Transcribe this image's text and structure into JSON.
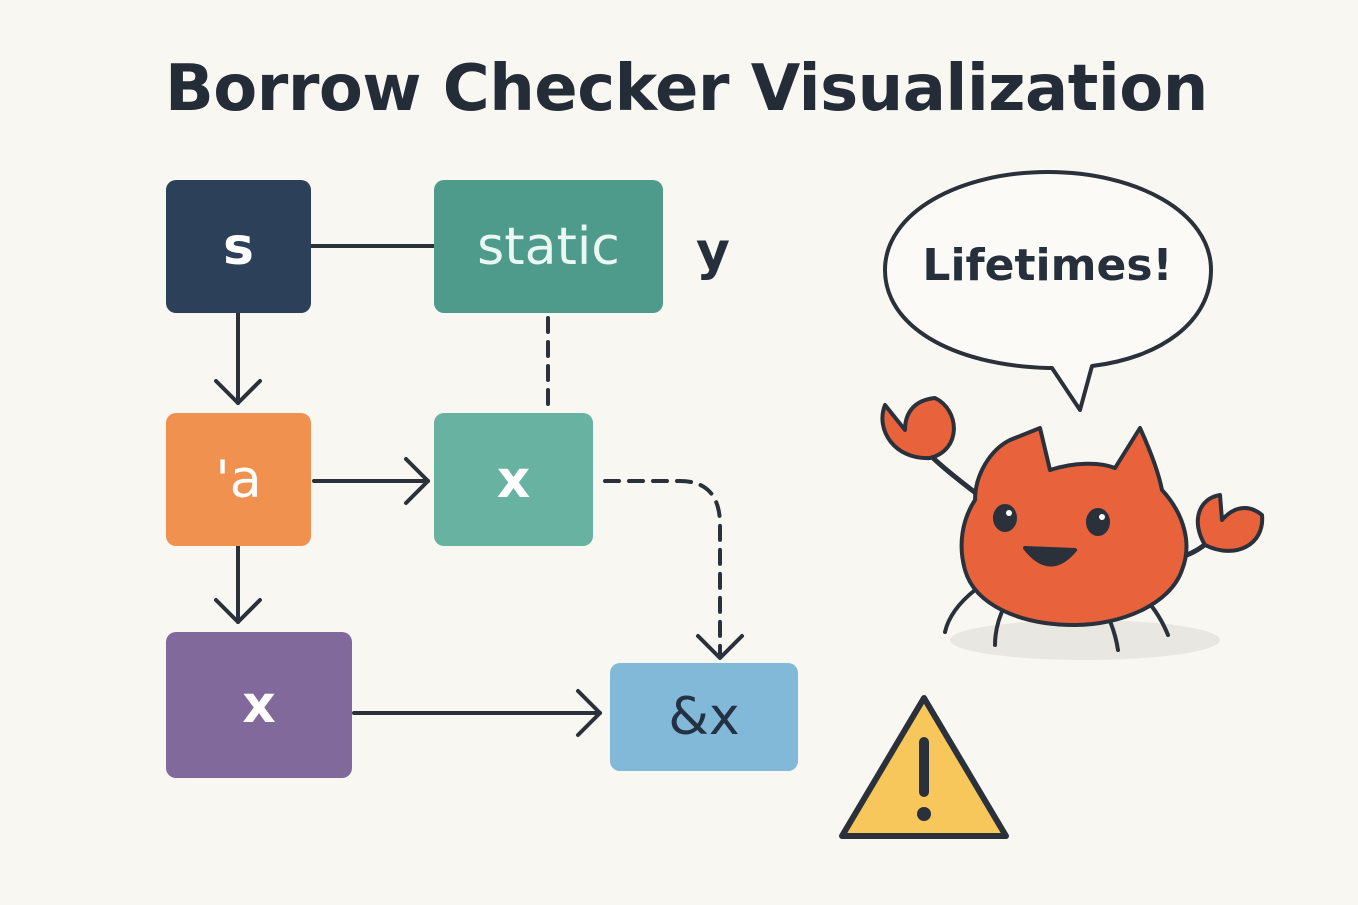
{
  "title": "Borrow Checker Visualization",
  "nodes": {
    "s": "s",
    "static": "static",
    "a": "'a",
    "x1": "x",
    "x2": "x",
    "refx": "&x"
  },
  "side_label": "y",
  "speech_bubble": "Lifetimes!",
  "icons": {
    "mascot": "rust-crab-icon",
    "warning": "warning-triangle-icon"
  },
  "colors": {
    "background": "#f9f7f2",
    "s": "#2d4059",
    "static": "#4e9b8b",
    "a": "#f1914f",
    "x1": "#68b2a1",
    "x2": "#82699c",
    "refx": "#82b8d8",
    "crab": "#e8623c",
    "warning": "#f7c75c"
  }
}
